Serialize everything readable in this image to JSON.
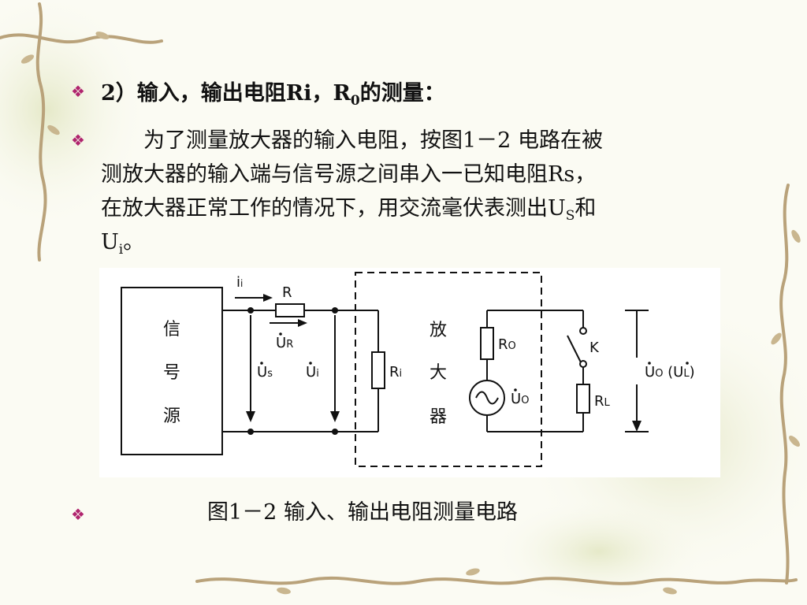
{
  "slide": {
    "bullet_glyph": "❖",
    "accent_color": "#b0246e",
    "title": {
      "prefix": "2）输入，输出电阻Ri，R",
      "sub": "0",
      "suffix": "的测量："
    },
    "paragraph": {
      "line1": "　　为了测量放大器的输入电阻，按图1－2 电路在被",
      "line2": "测放大器的输入端与信号源之间串入一已知电阻Rs，",
      "line3_prefix": "在放大器正常工作的情况下，用交流毫伏表测出U",
      "line3_sub": "S",
      "line3_suffix": "和",
      "line4_prefix": "U",
      "line4_sub": "i",
      "line4_suffix": "。"
    },
    "caption": "图1－2 输入、输出电阻测量电路"
  },
  "circuit": {
    "signal_source": [
      "信",
      "号",
      "源"
    ],
    "amplifier": [
      "放",
      "大",
      "器"
    ],
    "labels": {
      "ii": "i",
      "ii_sub": "i",
      "R": "R",
      "UR": "U",
      "UR_sub": "R",
      "Us": "U",
      "Us_sub": "s",
      "Ui": "U",
      "Ui_sub": "i",
      "Ri": "R",
      "Ri_sub": "i",
      "Ro": "R",
      "Ro_sub": "O",
      "Uo_src": "U",
      "Uo_src_sub": "O",
      "K": "K",
      "RL": "R",
      "RL_sub": "L",
      "Uo_out": "U",
      "Uo_out_sub": "O",
      "UL_open": " (U",
      "UL_sub": "L",
      "UL_close": ")"
    }
  }
}
